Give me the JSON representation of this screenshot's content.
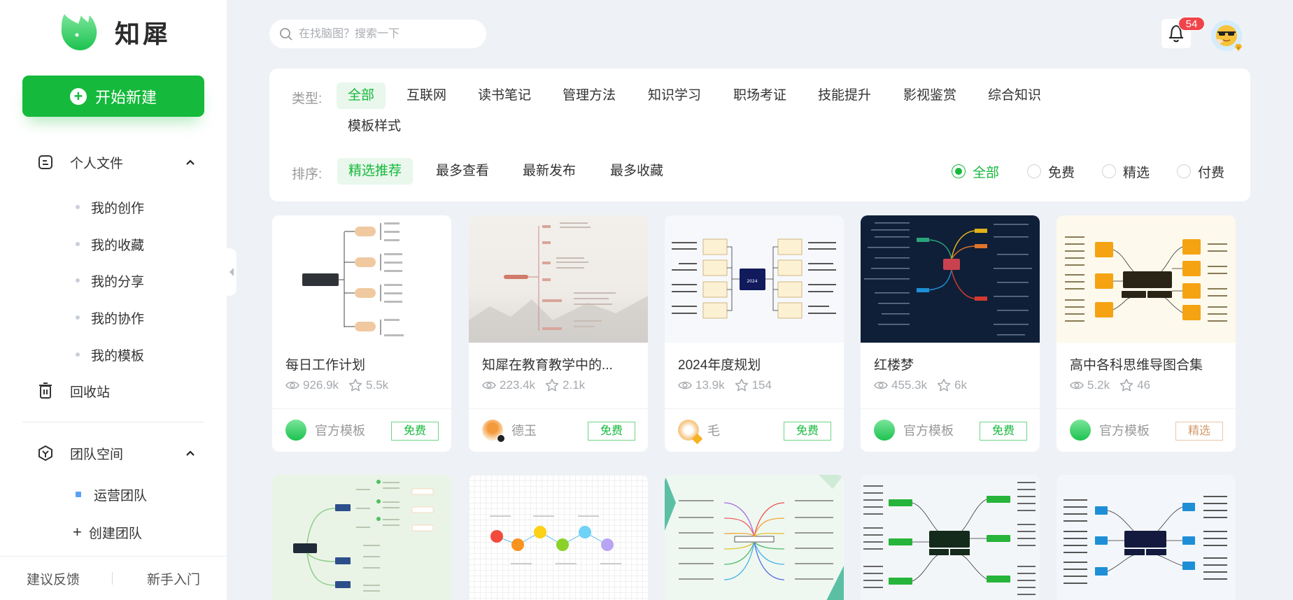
{
  "brand": {
    "name": "知犀",
    "accent": "#15b93b"
  },
  "sidebar": {
    "new_button": "开始新建",
    "personal": {
      "label": "个人文件",
      "items": [
        {
          "label": "我的创作"
        },
        {
          "label": "我的收藏"
        },
        {
          "label": "我的分享"
        },
        {
          "label": "我的协作"
        },
        {
          "label": "我的模板"
        }
      ]
    },
    "trash": "回收站",
    "team": {
      "label": "团队空间",
      "items": [
        {
          "label": "运营团队"
        }
      ],
      "create": "创建团队"
    },
    "footer": {
      "feedback": "建议反馈",
      "guide": "新手入门"
    }
  },
  "topbar": {
    "search_placeholder": "在找脑图？搜索一下",
    "notification_count": "54"
  },
  "filters": {
    "type_label": "类型:",
    "types": [
      {
        "label": "全部",
        "active": true
      },
      {
        "label": "互联网"
      },
      {
        "label": "读书笔记"
      },
      {
        "label": "管理方法"
      },
      {
        "label": "知识学习"
      },
      {
        "label": "职场考证"
      },
      {
        "label": "技能提升"
      },
      {
        "label": "影视鉴赏"
      },
      {
        "label": "综合知识"
      },
      {
        "label": "模板样式"
      }
    ],
    "sort_label": "排序:",
    "sorts": [
      {
        "label": "精选推荐",
        "active": true
      },
      {
        "label": "最多查看"
      },
      {
        "label": "最新发布"
      },
      {
        "label": "最多收藏"
      }
    ],
    "price_options": [
      {
        "label": "全部",
        "checked": true
      },
      {
        "label": "免费"
      },
      {
        "label": "精选"
      },
      {
        "label": "付费"
      }
    ]
  },
  "cards": [
    {
      "title": "每日工作计划",
      "views": "926.9k",
      "stars": "5.5k",
      "author": "官方模板",
      "price": "免费",
      "thumb": "daily-plan"
    },
    {
      "title": "知犀在教育教学中的...",
      "views": "223.4k",
      "stars": "2.1k",
      "author": "德玉",
      "price": "免费",
      "thumb": "ink-landscape"
    },
    {
      "title": "2024年度规划",
      "views": "13.9k",
      "stars": "154",
      "author": "毛",
      "price": "免费",
      "thumb": "annual-plan"
    },
    {
      "title": "红楼梦",
      "views": "455.3k",
      "stars": "6k",
      "author": "官方模板",
      "price": "免费",
      "thumb": "dark-mindmap"
    },
    {
      "title": "高中各科思维导图合集",
      "views": "5.2k",
      "stars": "46",
      "author": "官方模板",
      "price": "精选",
      "thumb": "subjects"
    }
  ],
  "cards_row2": [
    {
      "thumb": "green-mindmap"
    },
    {
      "thumb": "timeline"
    },
    {
      "thumb": "colorful-radial"
    },
    {
      "thumb": "green-nodes"
    },
    {
      "thumb": "blue-nodes"
    }
  ]
}
